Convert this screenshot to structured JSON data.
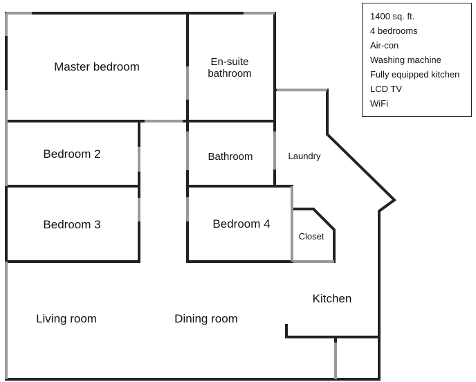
{
  "rooms": {
    "master_bedroom": "Master bedroom",
    "ensuite_line1": "En-suite",
    "ensuite_line2": "bathroom",
    "bedroom_2": "Bedroom 2",
    "bedroom_3": "Bedroom 3",
    "bathroom": "Bathroom",
    "laundry": "Laundry",
    "bedroom_4": "Bedroom 4",
    "closet": "Closet",
    "kitchen": "Kitchen",
    "living_room": "Living room",
    "dining_room": "Dining room"
  },
  "features": [
    "1400 sq. ft.",
    "4 bedrooms",
    "Air-con",
    "Washing machine",
    "Fully equipped kitchen",
    "LCD TV",
    "WiFi"
  ],
  "colors": {
    "wall": "#222222",
    "window": "#999999"
  }
}
